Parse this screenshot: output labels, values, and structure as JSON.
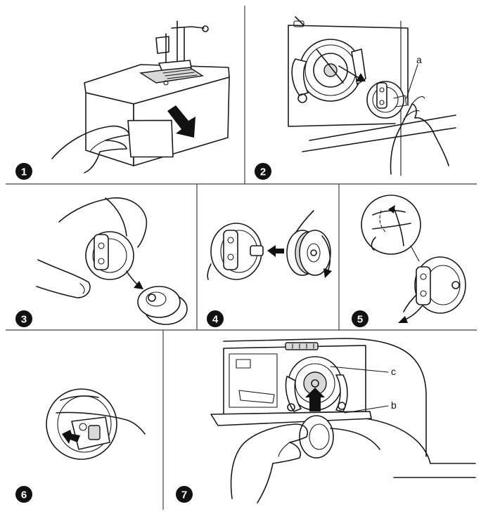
{
  "steps": [
    {
      "number": "1"
    },
    {
      "number": "2"
    },
    {
      "number": "3"
    },
    {
      "number": "4"
    },
    {
      "number": "5"
    },
    {
      "number": "6"
    },
    {
      "number": "7"
    }
  ],
  "callouts": {
    "a": "a",
    "b": "b",
    "c": "c"
  },
  "colors": {
    "line": "#1a1a1a",
    "badge": "#111111",
    "badge_text": "#ffffff",
    "background": "#ffffff"
  }
}
